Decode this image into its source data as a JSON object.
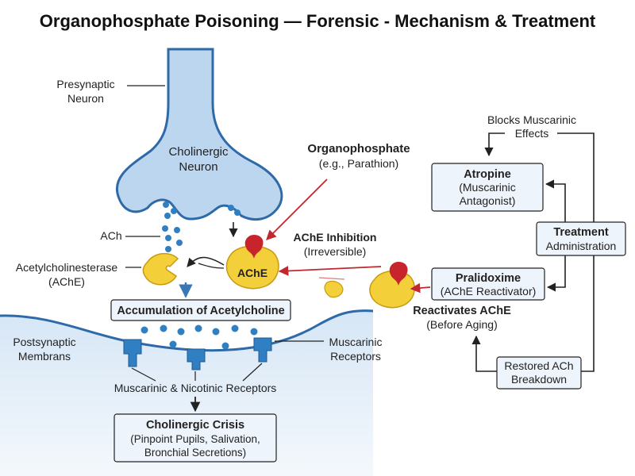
{
  "title": "Organophosphate Poisoning — Forensic - Mechanism & Treatment",
  "labels": {
    "presynaptic": [
      "Presynaptic",
      "Neuron"
    ],
    "cholinergic_neuron": [
      "Cholinergic",
      "Neuron"
    ],
    "ach": "ACh",
    "ache": [
      "Acetylcholinesterase",
      "(AChE)"
    ],
    "ache_enzyme": "AChE",
    "organophosphate": [
      "Organophosphate",
      "(e.g., Parathion)"
    ],
    "ache_inhibition": [
      "AChE Inhibition",
      "(Irreversible)"
    ],
    "accumulation": "Accumulation of Acetylcholine",
    "postsynaptic": [
      "Postsynaptic",
      "Membrans"
    ],
    "muscarinic_receptors": [
      "Muscarinic",
      "Receptors"
    ],
    "receptors_caption": "Muscarinic & Nicotinic Receptors",
    "crisis": [
      "Cholinergic Crisis",
      "(Pinpoint Pupils, Salivation,",
      "Bronchial Secretions)"
    ],
    "blocks": [
      "Blocks Muscarinic",
      "Effects"
    ],
    "atropine": [
      "Atropine",
      "(Muscarinic",
      "Antagonist)"
    ],
    "treatment": [
      "Treatment",
      "Administration"
    ],
    "pralidoxime": [
      "Pralidoxime",
      "(AChE Reactivator)"
    ],
    "reactivates": [
      "Reactivates AChE",
      "(Before Aging)"
    ],
    "restored": [
      "Restored ACh",
      "Breakdown"
    ]
  },
  "colors": {
    "neuron_fill": "#bcd6ef",
    "neuron_stroke": "#2f6aa8",
    "vesicle": "#2f7fc2",
    "enzyme": "#f3cf3a",
    "enzyme_stroke": "#c89a10",
    "inhibitor": "#c8242c",
    "box_fill": "#eef4fb",
    "arrow_red": "#c0282f",
    "text": "#222222"
  }
}
